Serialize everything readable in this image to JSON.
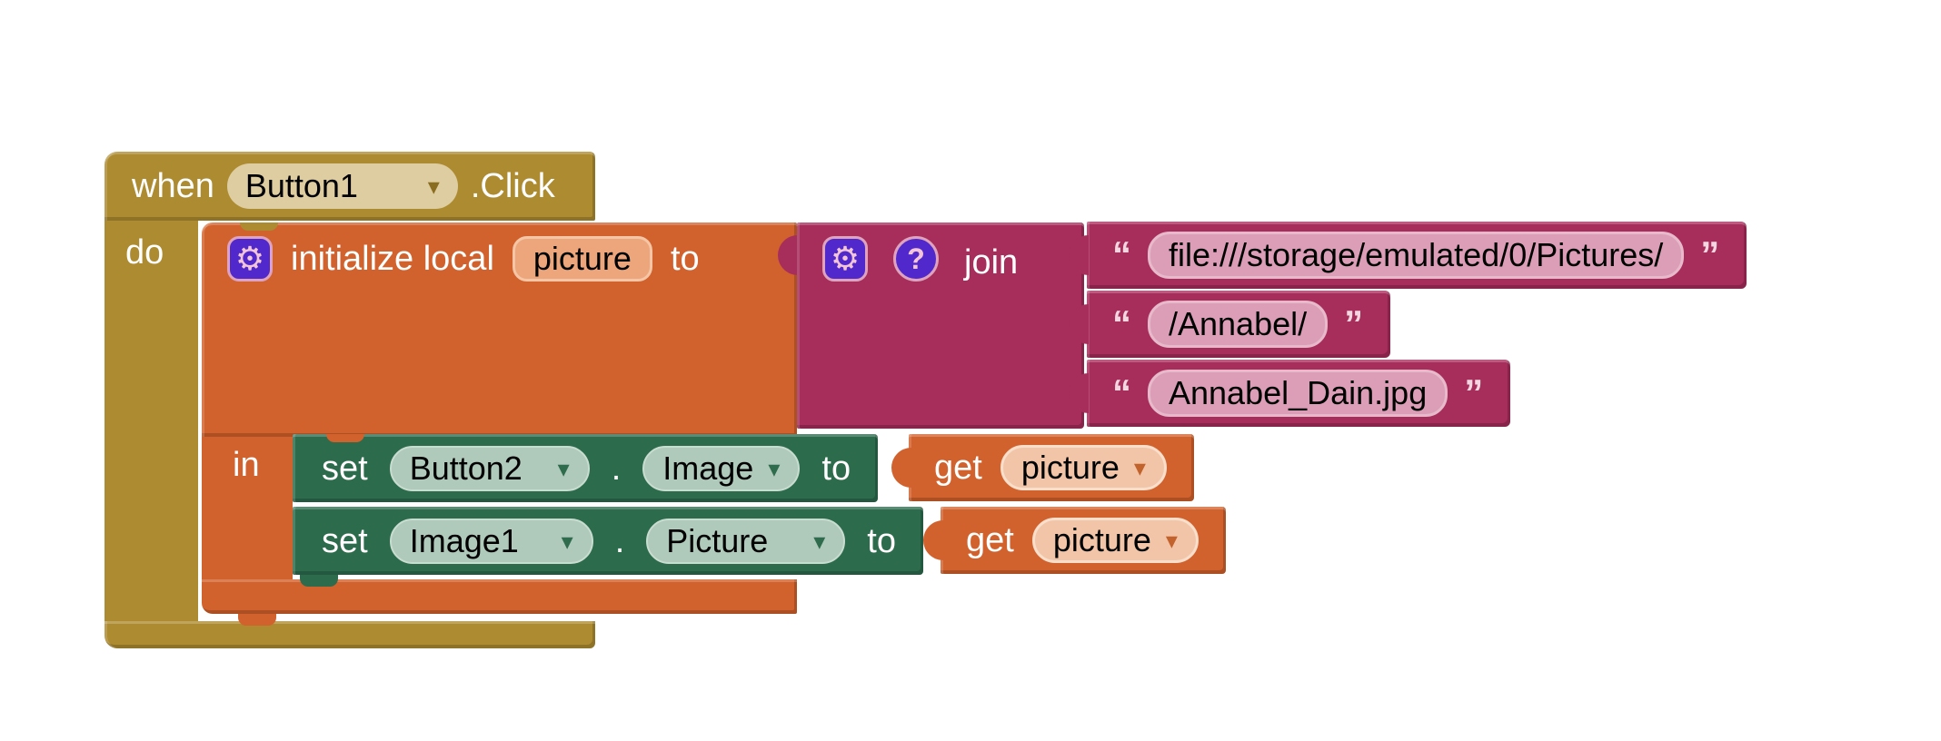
{
  "blocks": {
    "event": {
      "keyword": "when",
      "component": "Button1",
      "event_name": ".Click",
      "do_label": "do"
    },
    "local_init": {
      "label": "initialize local",
      "var_name": "picture",
      "to_label": "to",
      "in_label": "in"
    },
    "join": {
      "label": "join",
      "args": [
        {
          "open_quote": "“",
          "value": "file:///storage/emulated/0/Pictures/",
          "close_quote": "”"
        },
        {
          "open_quote": "“",
          "value": "/Annabel/",
          "close_quote": "”"
        },
        {
          "open_quote": "“",
          "value": "Annabel_Dain.jpg",
          "close_quote": "”"
        }
      ]
    },
    "setters": [
      {
        "set_label": "set",
        "component": "Button2",
        "property": "Image",
        "to_label": "to",
        "get": {
          "label": "get",
          "variable": "picture"
        }
      },
      {
        "set_label": "set",
        "component": "Image1",
        "property": "Picture",
        "to_label": "to",
        "get": {
          "label": "get",
          "variable": "picture"
        }
      }
    ]
  },
  "icons": {
    "gear": "⚙",
    "help": "?",
    "dropdown_arrow": "▾"
  },
  "colors": {
    "event_block": "#AD8B30",
    "event_dropdown": "#DECDA1",
    "variable_block": "#D2622D",
    "variable_name_pill": "#EDA57B",
    "get_pill": "#F2C5A8",
    "text_block": "#A72D5B",
    "text_pill": "#DC9EB7",
    "setter_block": "#2D6B4D",
    "setter_dropdown": "#AFC9BA",
    "mutator_icon_bg": "#5128CC",
    "mutator_icon_fg": "#F2C6D7",
    "canvas_bg": "#FFFFFF"
  }
}
